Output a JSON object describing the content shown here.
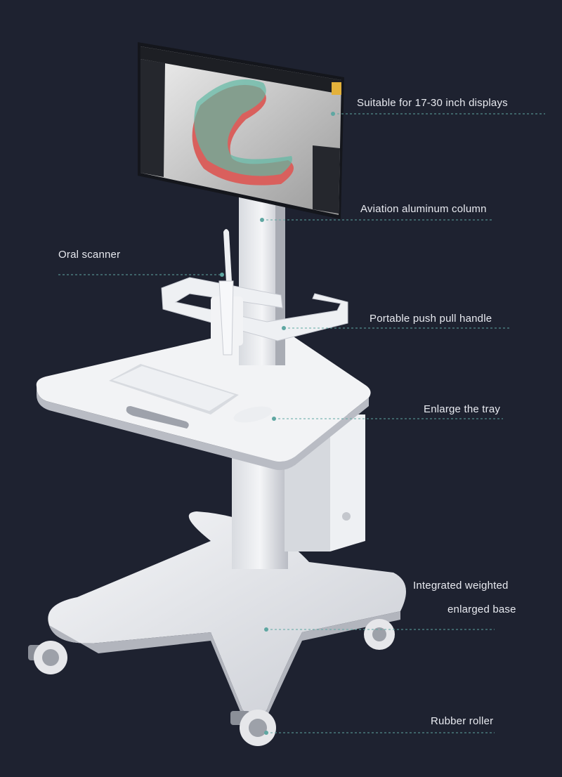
{
  "colors": {
    "background": "#1e2230",
    "leader_line": "#5fa7a2",
    "dot": "#5fa7a2",
    "label_text": "#e8eaf0"
  },
  "labels": {
    "display": "Suitable for 17-30 inch displays",
    "column": "Aviation aluminum column",
    "scanner": "Oral scanner",
    "handle": "Portable push pull handle",
    "tray": "Enlarge the tray",
    "base_line1": "Integrated weighted",
    "base_line2": "enlarged base",
    "roller": "Rubber roller"
  }
}
